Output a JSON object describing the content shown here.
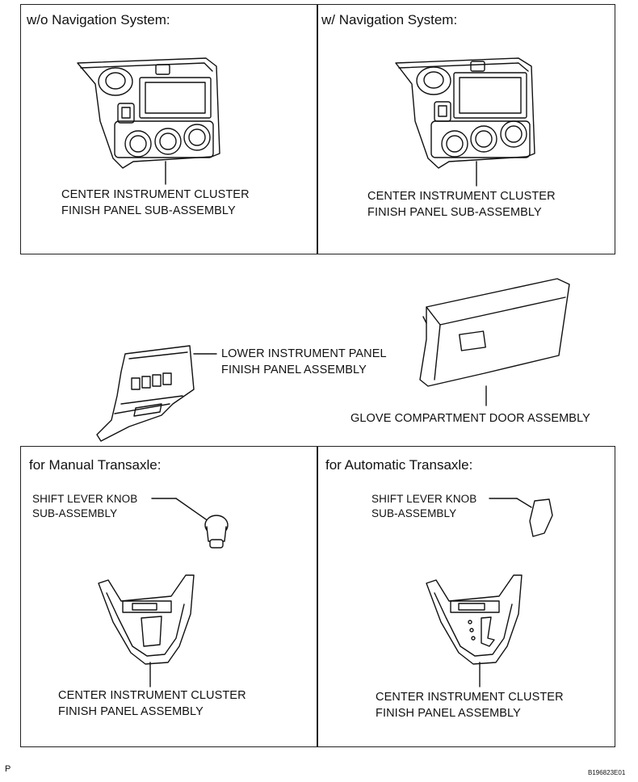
{
  "panels": {
    "without_nav": {
      "heading": "w/o Navigation System:",
      "label_line1": "CENTER INSTRUMENT CLUSTER",
      "label_line2": "FINISH PANEL SUB-ASSEMBLY"
    },
    "with_nav": {
      "heading": "w/ Navigation System:",
      "label_line1": "CENTER INSTRUMENT CLUSTER",
      "label_line2": "FINISH PANEL SUB-ASSEMBLY"
    }
  },
  "middle": {
    "lower_panel": {
      "line1": "LOWER INSTRUMENT PANEL",
      "line2": "FINISH PANEL ASSEMBLY"
    },
    "glove_box": {
      "line1": "GLOVE COMPARTMENT DOOR ASSEMBLY"
    }
  },
  "transaxle": {
    "manual": {
      "heading": "for Manual Transaxle:",
      "knob_line1": "SHIFT LEVER KNOB",
      "knob_line2": "SUB-ASSEMBLY",
      "panel_line1": "CENTER INSTRUMENT CLUSTER",
      "panel_line2": "FINISH PANEL ASSEMBLY"
    },
    "automatic": {
      "heading": "for Automatic Transaxle:",
      "knob_line1": "SHIFT LEVER KNOB",
      "knob_line2": "SUB-ASSEMBLY",
      "panel_line1": "CENTER INSTRUMENT CLUSTER",
      "panel_line2": "FINISH PANEL ASSEMBLY"
    }
  },
  "footer": {
    "left_mark": "P",
    "figure_code": "B196823E01"
  }
}
